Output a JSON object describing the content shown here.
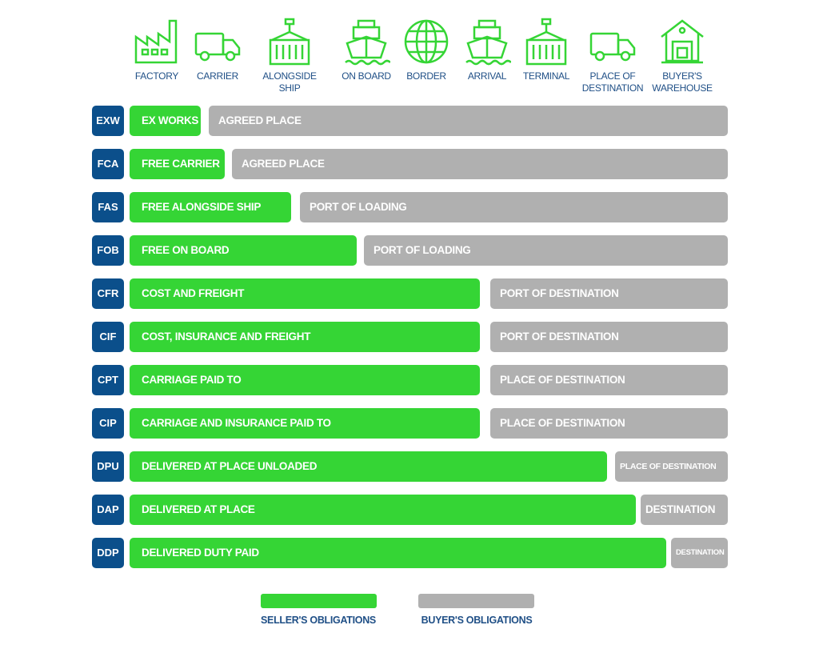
{
  "stages": [
    {
      "label": "FACTORY",
      "icon": "factory-icon"
    },
    {
      "label": "CARRIER",
      "icon": "truck-icon"
    },
    {
      "label": "ALONGSIDE SHIP",
      "icon": "container-crane-icon"
    },
    {
      "label": "ON BOARD",
      "icon": "ship-icon"
    },
    {
      "label": "BORDER",
      "icon": "globe-icon"
    },
    {
      "label": "ARRIVAL",
      "icon": "ship-icon"
    },
    {
      "label": "TERMINAL",
      "icon": "container-crane-icon"
    },
    {
      "label": "PLACE OF DESTINATION",
      "icon": "truck-icon"
    },
    {
      "label": "BUYER'S WAREHOUSE",
      "icon": "warehouse-icon"
    }
  ],
  "terms": [
    {
      "code": "EXW",
      "seller": "EX WORKS",
      "buyer": "AGREED PLACE"
    },
    {
      "code": "FCA",
      "seller": "FREE CARRIER",
      "buyer": "AGREED PLACE"
    },
    {
      "code": "FAS",
      "seller": "FREE ALONGSIDE SHIP",
      "buyer": "PORT OF LOADING"
    },
    {
      "code": "FOB",
      "seller": "FREE ON BOARD",
      "buyer": "PORT OF LOADING"
    },
    {
      "code": "CFR",
      "seller": "COST AND FREIGHT",
      "buyer": "PORT OF DESTINATION"
    },
    {
      "code": "CIF",
      "seller": "COST, INSURANCE AND FREIGHT",
      "buyer": "PORT OF DESTINATION"
    },
    {
      "code": "CPT",
      "seller": "CARRIAGE PAID TO",
      "buyer": "PLACE OF DESTINATION"
    },
    {
      "code": "CIP",
      "seller": "CARRIAGE AND INSURANCE PAID TO",
      "buyer": "PLACE OF DESTINATION"
    },
    {
      "code": "DPU",
      "seller": "DELIVERED AT PLACE UNLOADED",
      "buyer": "PLACE OF DESTINATION"
    },
    {
      "code": "DAP",
      "seller": "DELIVERED AT PLACE",
      "buyer": "DESTINATION"
    },
    {
      "code": "DDP",
      "seller": "DELIVERED DUTY PAID",
      "buyer": "DESTINATION"
    }
  ],
  "legend": {
    "seller": "SELLER'S OBLIGATIONS",
    "buyer": "BUYER'S OBLIGATIONS"
  },
  "colors": {
    "seller": "#35d535",
    "buyer": "#b0b0b0",
    "code": "#0b4f8b",
    "text": "#1f4f86"
  }
}
